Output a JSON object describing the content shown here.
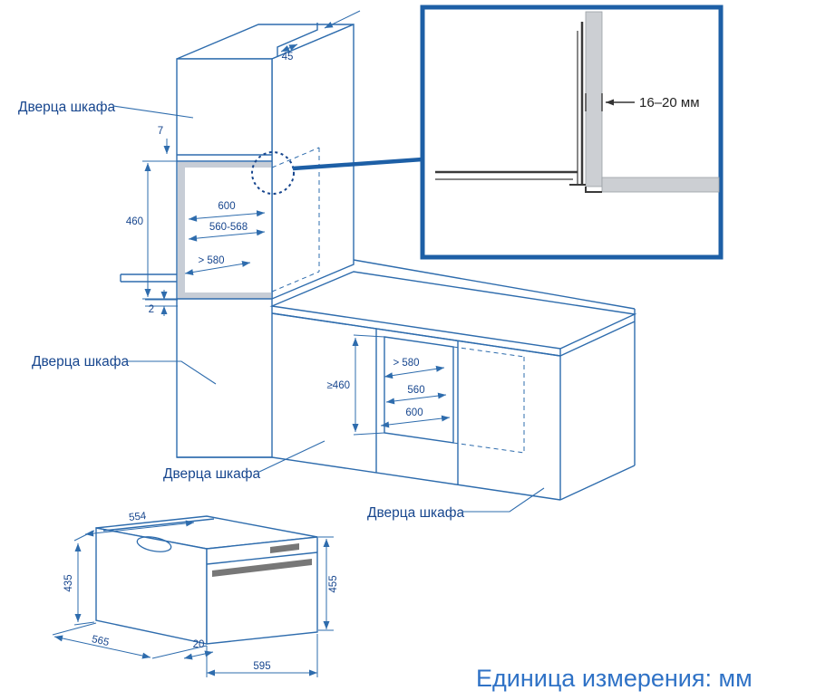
{
  "labels": {
    "door1": "Дверца шкафа",
    "door2": "Дверца шкафа",
    "door3": "Дверца шкафа",
    "door4": "Дверца шкафа"
  },
  "tall": {
    "d45": "45",
    "d7": "7",
    "d460": "460",
    "d600": "600",
    "d560_568": "560-568",
    "d580": "> 580",
    "d2": "2"
  },
  "base": {
    "d460": "≥460",
    "d580": "> 580",
    "d560": "560",
    "d600": "600"
  },
  "inset": {
    "gap": "16–20 мм"
  },
  "appliance": {
    "d554": "554",
    "d435": "435",
    "d565": "565",
    "d20": "20",
    "d455": "455",
    "d595": "595"
  },
  "footer": {
    "unit": "Единица измерения: мм"
  }
}
